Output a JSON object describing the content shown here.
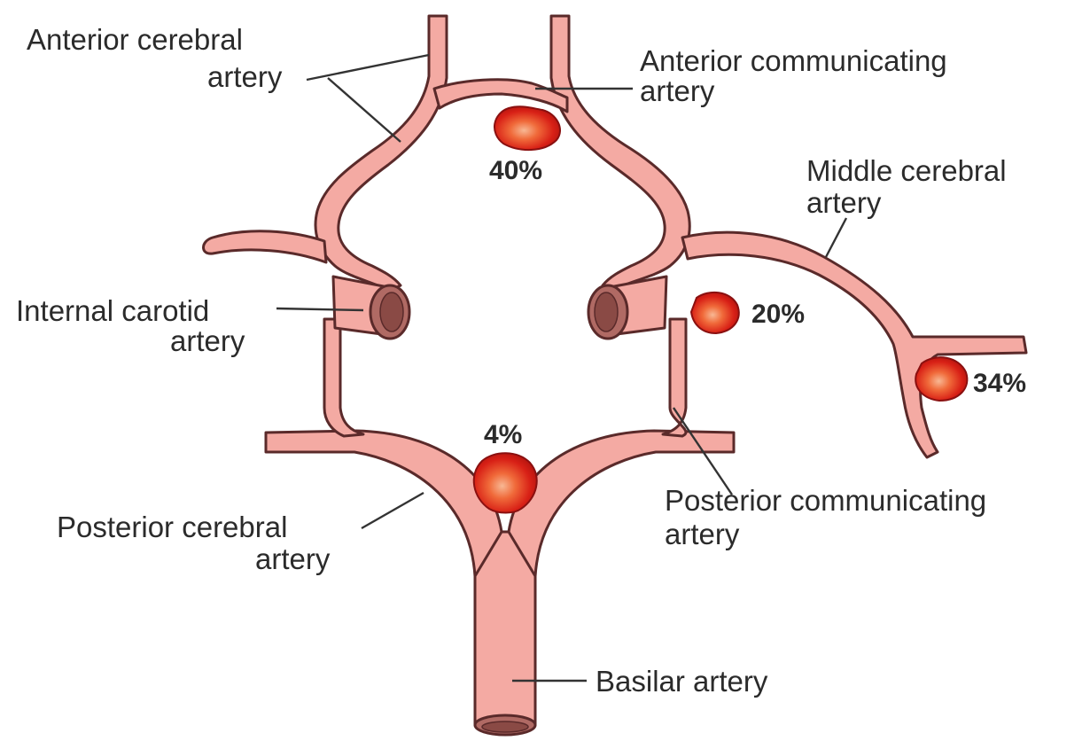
{
  "labels": {
    "anterior_cerebral": [
      "Anterior cerebral",
      "artery"
    ],
    "anterior_communicating": [
      "Anterior communicating",
      "artery"
    ],
    "middle_cerebral": [
      "Middle cerebral",
      "artery"
    ],
    "internal_carotid": [
      "Internal carotid",
      "artery"
    ],
    "posterior_cerebral": [
      "Posterior cerebral",
      "artery"
    ],
    "posterior_communicating": [
      "Posterior communicating",
      "artery"
    ],
    "basilar": [
      "Basilar artery"
    ]
  },
  "percentages": {
    "anterior_communicating": "40%",
    "middle_cerebral_origin": "20%",
    "middle_cerebral_bifurcation": "34%",
    "basilar_tip": "4%"
  },
  "colors": {
    "vessel_fill": "#f4aaa3",
    "vessel_outline": "#5a2a2a",
    "aneurysm_red": "#e02a1c",
    "aneurysm_highlight": "#f7a98a",
    "text": "#2b2b2b"
  }
}
